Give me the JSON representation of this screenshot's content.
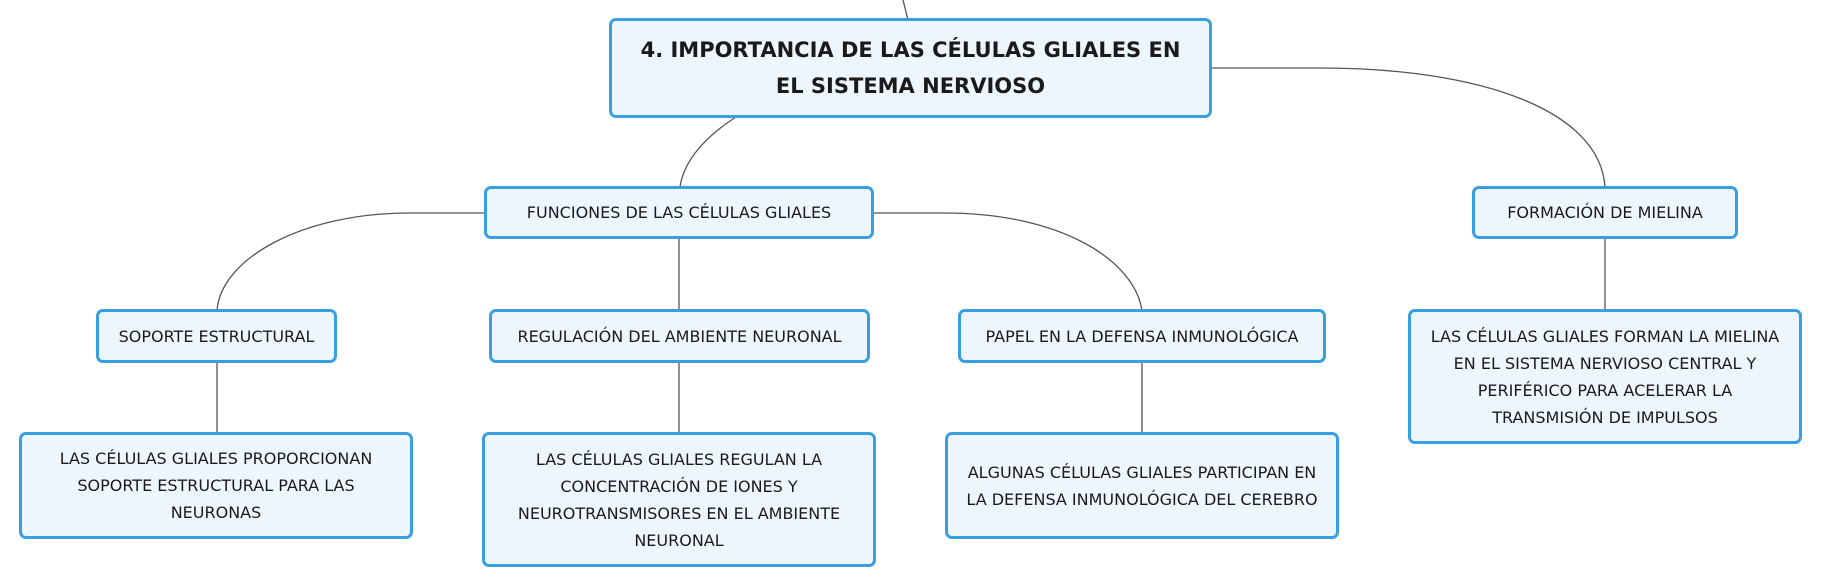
{
  "diagram": {
    "type": "mind-map",
    "colors": {
      "node_fill": "#eef6fd",
      "node_border": "#3a9fe0",
      "connector": "#555555",
      "text": "#1a1a1a"
    },
    "root": {
      "label": "4. IMPORTANCIA DE LAS CÉLULAS GLIALES EN EL SISTEMA NERVIOSO"
    },
    "branches": {
      "funciones": {
        "label": "FUNCIONES DE LAS CÉLULAS GLIALES",
        "soporte": {
          "label": "SOPORTE ESTRUCTURAL",
          "detail": "LAS CÉLULAS GLIALES PROPORCIONAN SOPORTE ESTRUCTURAL PARA LAS NEURONAS"
        },
        "regulacion": {
          "label": "REGULACIÓN DEL AMBIENTE NEURONAL",
          "detail": "LAS CÉLULAS GLIALES REGULAN LA CONCENTRACIÓN DE IONES Y NEUROTRANSMISORES EN EL AMBIENTE NEURONAL"
        },
        "defensa": {
          "label": "PAPEL EN LA DEFENSA INMUNOLÓGICA",
          "detail": "ALGUNAS CÉLULAS GLIALES PARTICIPAN EN LA DEFENSA INMUNOLÓGICA DEL CEREBRO"
        }
      },
      "mielina": {
        "label": "FORMACIÓN DE MIELINA",
        "detail": "LAS CÉLULAS GLIALES FORMAN LA MIELINA EN EL SISTEMA NERVIOSO CENTRAL Y PERIFÉRICO PARA ACELERAR LA TRANSMISIÓN DE IMPULSOS"
      }
    }
  }
}
